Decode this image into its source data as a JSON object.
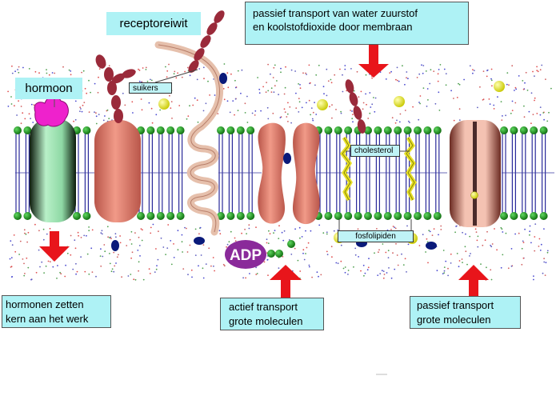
{
  "labels": {
    "receptor": "receptoreiwit",
    "hormone": "hormoon",
    "sugars": "suikers",
    "passive_gas": [
      "passief transport van water zuurstof",
      "en koolstofdioxide door membraan"
    ],
    "cholesterol": "cholesterol",
    "phospholipids": "fosfolipiden",
    "hormone_effect": [
      "hormonen zetten",
      "kern aan het werk"
    ],
    "active_transport": [
      "actief transport",
      "grote moleculen"
    ],
    "passive_large": [
      "passief transport",
      "grote moleculen"
    ],
    "adp": "ADP"
  },
  "colors": {
    "label_bg": "#aef2f5",
    "arrow": "#e8151b",
    "phospholipid_head": "#1f8f1f",
    "tail": "#2a2a9a",
    "protein": "#e98a79",
    "hormone": "#ee22cc",
    "sugar": "#9a2a3a",
    "adp": "#8a2a9a"
  }
}
